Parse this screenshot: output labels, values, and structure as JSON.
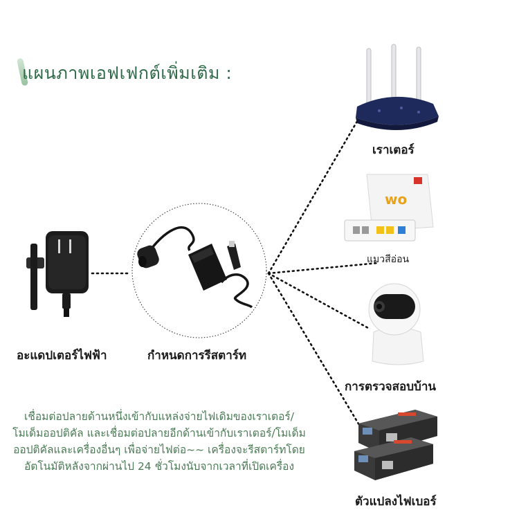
{
  "title": "แผนภาพเอฟเฟกต์เพิ่มเติม :",
  "devices": {
    "router": "เราเตอร์",
    "modem": "แมวสีอ่อน",
    "camera": "การตรวจสอบบ้าน",
    "fiber": "ตัวแปลงไฟเบอร์",
    "adapter": "อะแดปเตอร์ไฟฟ้า",
    "restarter": "กำหนดการรีสตาร์ท"
  },
  "description": "เชื่อมต่อปลายด้านหนึ่งเข้ากับแหล่งจ่ายไฟเดิมของเราเตอร์/โมเด็มออปติคัล และเชื่อมต่อปลายอีกด้านเข้ากับเราเตอร์/โมเด็มออปติคัลและเครื่องอื่นๆ เพื่อจ่ายไฟต่อ~~ เครื่องจะรีสตาร์ทโดยอัตโนมัติหลังจากผ่านไป 24 ชั่วโมงนับจากเวลาที่เปิดเครื่อง",
  "colors": {
    "title": "#2f6b48",
    "description": "#4a7a55",
    "router_body": "#1f2a5c"
  }
}
